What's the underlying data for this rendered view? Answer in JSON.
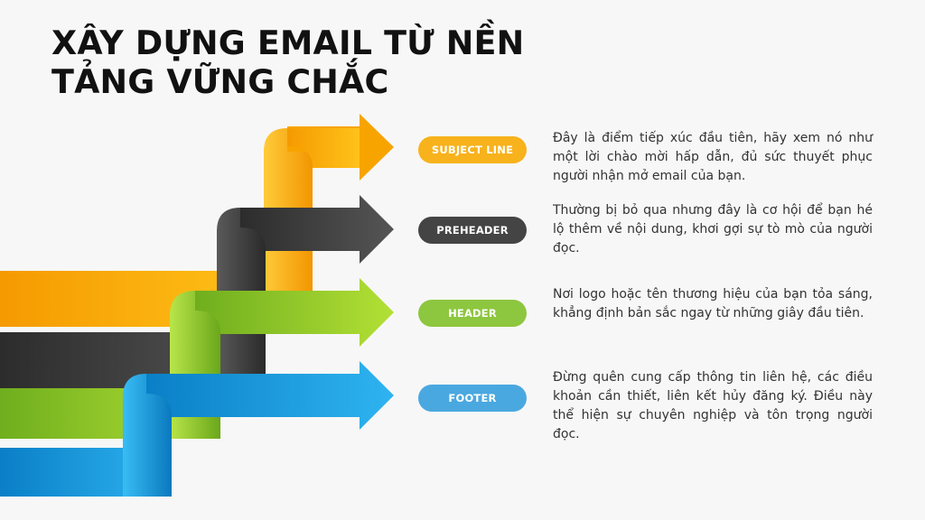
{
  "title": {
    "line1": "XÂY DỰNG EMAIL TỪ NỀN",
    "line2": "TẢNG VỮNG CHẮC"
  },
  "colors": {
    "orange": "#f7a800",
    "dark": "#3d3d3d",
    "green": "#8dc63f",
    "blue": "#1a9ad6"
  },
  "items": [
    {
      "label": "SUBJECT LINE",
      "color": "#f7b21c",
      "description": "Đây là điểm tiếp xúc đầu tiên, hãy xem nó như một lời chào mời hấp dẫn, đủ sức thuyết phục người nhận mở email của bạn."
    },
    {
      "label": "PREHEADER",
      "color": "#444444",
      "description": "Thường bị bỏ qua nhưng đây là cơ hội để bạn hé lộ thêm về nội dung, khơi gợi sự tò mò của người đọc."
    },
    {
      "label": "HEADER",
      "color": "#8dc63f",
      "description": "Nơi logo hoặc tên thương hiệu của bạn tỏa sáng, khẳng định bản sắc ngay từ những giây đầu tiên."
    },
    {
      "label": "FOOTER",
      "color": "#4aa8e0",
      "description": "Đừng quên cung cấp thông tin liên hệ, các điều khoản cần thiết, liên kết hủy đăng ký. Điều này thể hiện sự chuyên nghiệp và tôn trọng người đọc."
    }
  ]
}
